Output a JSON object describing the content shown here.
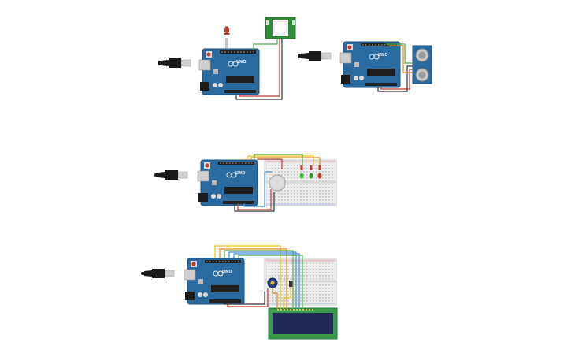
{
  "canvas": {
    "background": "#ffffff",
    "colors": {
      "arduino_board": "#2a6a9e",
      "arduino_edge": "#1d4f78",
      "breadboard": "#ececec",
      "pir_pcb": "#2f8a3a",
      "lcd_pcb": "#3a9a4a",
      "lcd_screen": "#1f2b55",
      "usb_plug": "#1a1a1a",
      "wire_red": "#c0392b",
      "wire_black": "#333333",
      "wire_green": "#4caf50",
      "wire_orange": "#e08a1e",
      "wire_yellow": "#e3c21a",
      "wire_blue": "#3a8fd8"
    }
  },
  "boards": {
    "label": "UNO"
  },
  "components": {
    "circuit1": [
      "arduino-uno",
      "usb-cable",
      "red-led",
      "pir-motion-sensor"
    ],
    "circuit2": [
      "arduino-uno",
      "usb-cable",
      "ultrasonic-distance-sensor"
    ],
    "circuit3": [
      "arduino-uno",
      "usb-cable",
      "breadboard",
      "piezo-buzzer",
      "green-led",
      "yellow-led",
      "red-led"
    ],
    "circuit4": [
      "arduino-uno",
      "usb-cable",
      "breadboard",
      "potentiometer",
      "lcd-16x2"
    ]
  }
}
